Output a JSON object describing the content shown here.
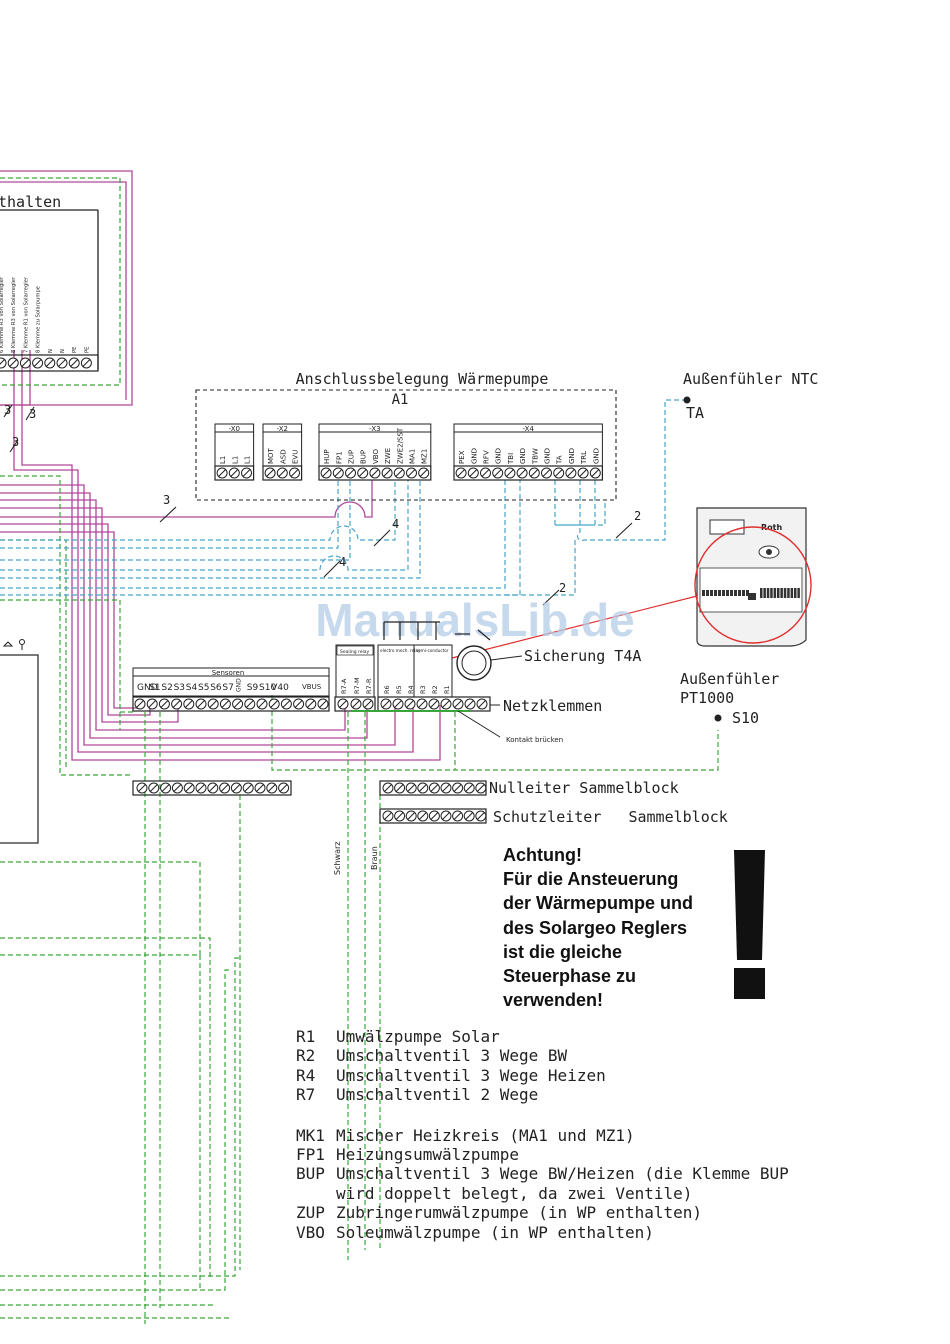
{
  "top_left_fragment": "thalten",
  "a1_block": {
    "title": "Anschlussbelegung Wärmepumpe",
    "id": "A1",
    "groups": [
      {
        "name": "-X0",
        "pins": [
          "L1",
          "L1",
          "L1"
        ]
      },
      {
        "name": "-X2",
        "pins": [
          "MOT",
          "ASD",
          "EVU"
        ]
      },
      {
        "name": "-X3",
        "pins": [
          "HUP",
          "FP1",
          "ZUP",
          "BUP",
          "VBO",
          "ZWE",
          "ZWE2/SST",
          "MA1",
          "MZ1"
        ]
      },
      {
        "name": "-X4",
        "pins": [
          "PEX",
          "GND",
          "RFV",
          "GND",
          "TBI",
          "GND",
          "TBW",
          "GND",
          "TA",
          "GND",
          "TRL",
          "GND"
        ]
      }
    ]
  },
  "left_terminal_labels": [
    "6 Klemme R3 von Solarregler",
    "8 Klemme R3 von Solarregler",
    "7 Klemme R1 von Solarregler",
    "8 Klemme zu Solarpumpe",
    "N",
    "N",
    "PE",
    "PE"
  ],
  "wire_counts": [
    "3",
    "3",
    "3",
    "3",
    "4",
    "4",
    "2",
    "2"
  ],
  "ntc_sensor": {
    "label": "Außenfühler NTC",
    "id": "TA"
  },
  "fuse_label": "Sicherung T4A",
  "pt1000_sensor": {
    "label_line1": "Außenfühler",
    "label_line2": "PT1000",
    "id": "S10"
  },
  "netzklemmen_label": "Netzklemmen",
  "kontakt_label": "Kontakt brücken",
  "sensoren_header": "Sensoren",
  "sensor_terminals": [
    "GND",
    "S1",
    "S2",
    "S3",
    "S4",
    "S5",
    "S6",
    "S7",
    "GND",
    "S9",
    "S10",
    "V40",
    "VBUS"
  ],
  "relay_sections": {
    "sealing": "Sealing relay",
    "mech": "electro mech. relay",
    "semi": "semi-conductor"
  },
  "relay_terminals": [
    "R7-A",
    "R7-M",
    "R7-R",
    "R6",
    "R5",
    "R4",
    "R3",
    "R2",
    "R1"
  ],
  "nulleiter_label": "Nulleiter Sammelblock",
  "schutzleiter_label": "Schutzleiter   Sammelblock",
  "wire_schwarz": "Schwarz",
  "wire_braun": "Braun",
  "device_brand": "Roth",
  "watermark": "ManualsLib.de",
  "warning": {
    "lines": [
      "Achtung!",
      "Für die Ansteuerung",
      "der Wärmepumpe und",
      "des Solargeo Reglers",
      "ist die gleiche",
      "Steuerphase zu",
      "verwenden!"
    ],
    "mark": "!"
  },
  "legend": {
    "group1": [
      {
        "code": "R1",
        "text": "Umwälzpumpe Solar"
      },
      {
        "code": "R2",
        "text": "Umschaltventil 3 Wege BW"
      },
      {
        "code": "R4",
        "text": "Umschaltventil 3 Wege Heizen"
      },
      {
        "code": "R7",
        "text": "Umschaltventil 2 Wege"
      }
    ],
    "group2": [
      {
        "code": "MK1",
        "text": "Mischer Heizkreis (MA1 und MZ1)"
      },
      {
        "code": "FP1",
        "text": "Heizungsumwälzpumpe"
      },
      {
        "code": "BUP",
        "text": "Umschaltventil 3 Wege BW/Heizen (die Klemme BUP"
      },
      {
        "code": "",
        "text": "wird doppelt belegt, da zwei Ventile)"
      },
      {
        "code": "ZUP",
        "text": "Zubringerumwälzpumpe (in WP enthalten)"
      },
      {
        "code": "VBO",
        "text": "Soleumwälzpumpe (in WP enthalten)"
      }
    ]
  },
  "colors": {
    "magenta": "#b0479a",
    "green_dashed": "#3aa63a",
    "cyan_dashed": "#4aa5c8",
    "line": "#222222",
    "red_circle": "#e03030",
    "watermark": "#b5cde8"
  }
}
